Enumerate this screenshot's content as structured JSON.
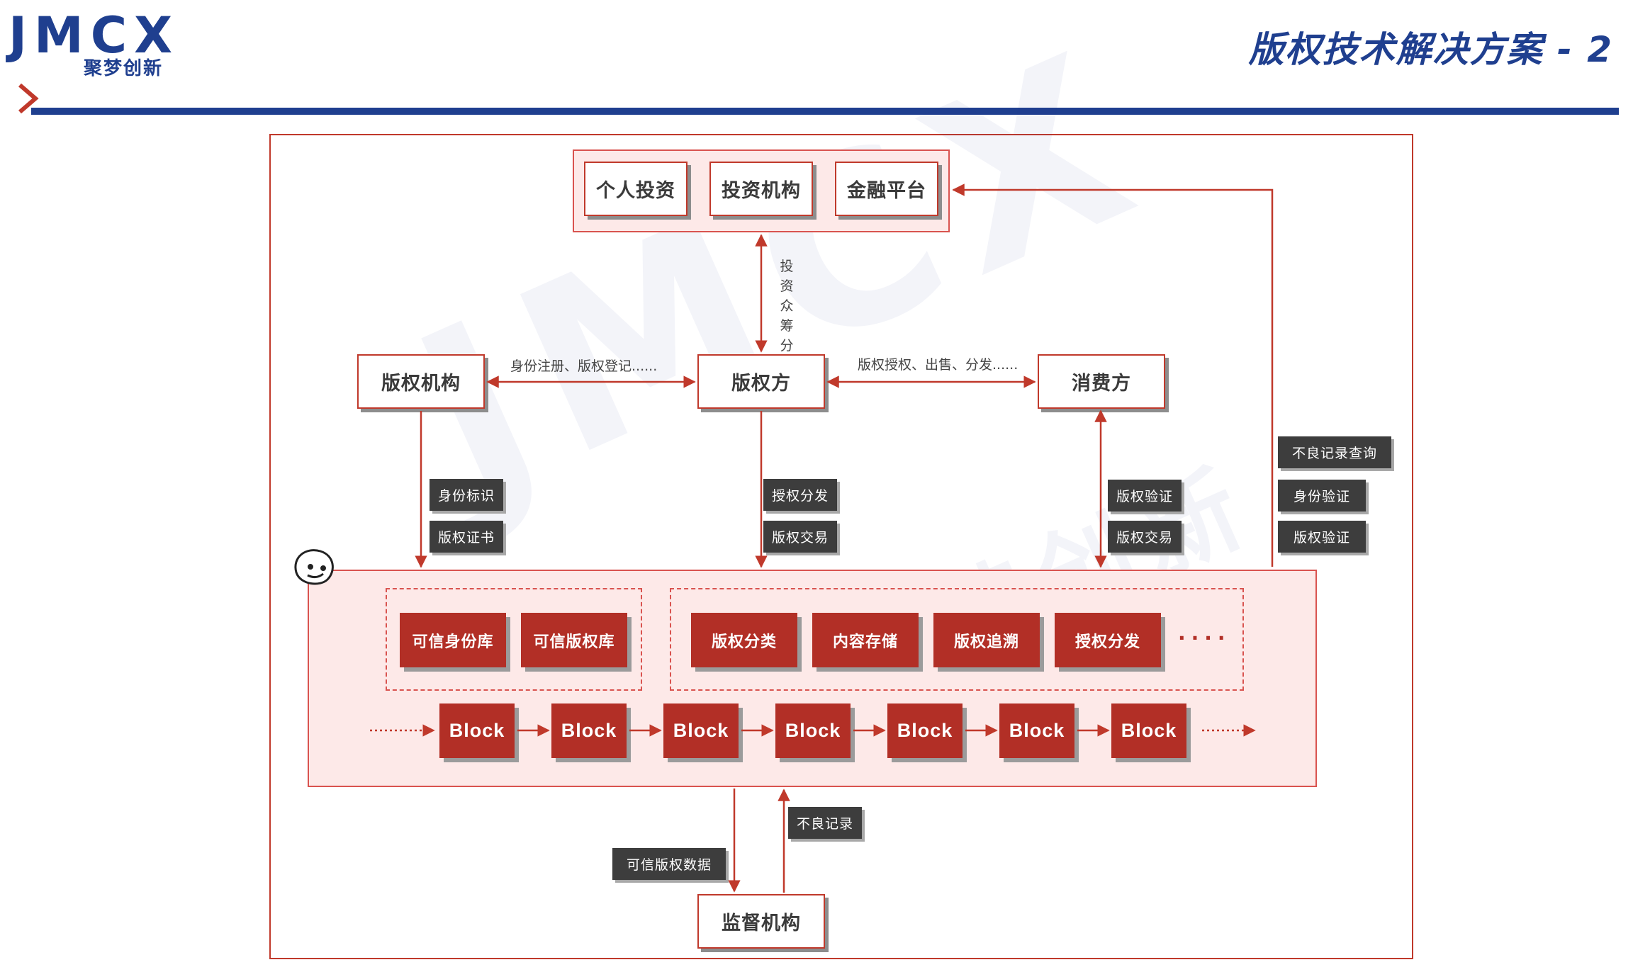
{
  "header": {
    "logo": "JMCX",
    "logo_sub": "聚梦创新",
    "title": "版权技术解决方案 - 2"
  },
  "watermark": {
    "main": "JMCX",
    "sub": "聚梦创新"
  },
  "investors": {
    "items": [
      "个人投资",
      "投资机构",
      "金融平台"
    ]
  },
  "investor_link_label": [
    "投资",
    "众筹",
    "分账",
    "…"
  ],
  "parties": {
    "copyright_org": "版权机构",
    "copyright_owner": "版权方",
    "consumer": "消费方",
    "supervisor": "监督机构"
  },
  "edge_labels": {
    "org_owner": "身份注册、版权登记......",
    "owner_consumer": "版权授权、出售、分发......"
  },
  "tags": {
    "org_down": [
      "身份标识",
      "版权证书"
    ],
    "owner_down": [
      "授权分发",
      "版权交易"
    ],
    "consumer_link": [
      "版权验证",
      "版权交易"
    ],
    "right_side": [
      "不良记录查询",
      "身份验证",
      "版权验证"
    ],
    "supervisor_up": "不良记录",
    "supervisor_down": "可信版权数据"
  },
  "platform": {
    "databases": [
      "可信身份库",
      "可信版权库"
    ],
    "services": [
      "版权分类",
      "内容存储",
      "版权追溯",
      "授权分发"
    ],
    "services_more": "····",
    "block_label": "Block",
    "block_count": 7
  },
  "colors": {
    "accent": "#b22f26",
    "brand": "#1f3f8f",
    "pink": "#fde9e8",
    "dark_label": "#3d3d3d"
  }
}
